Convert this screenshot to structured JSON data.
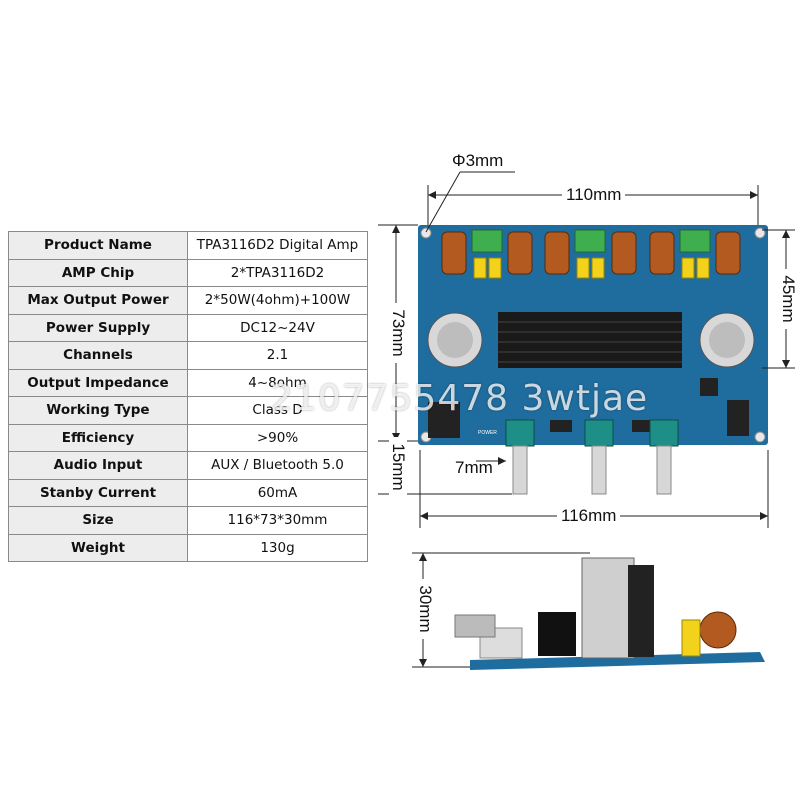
{
  "spec_table": {
    "rows": [
      {
        "label": "Product Name",
        "value": "TPA3116D2 Digital Amp"
      },
      {
        "label": "AMP Chip",
        "value": "2*TPA3116D2"
      },
      {
        "label": "Max Output Power",
        "value": "2*50W(4ohm)+100W"
      },
      {
        "label": "Power Supply",
        "value": "DC12~24V"
      },
      {
        "label": "Channels",
        "value": "2.1"
      },
      {
        "label": "Output Impedance",
        "value": "4~8ohm"
      },
      {
        "label": "Working Type",
        "value": "Class D"
      },
      {
        "label": "Efficiency",
        "value": ">90%"
      },
      {
        "label": "Audio Input",
        "value": "AUX / Bluetooth 5.0"
      },
      {
        "label": "Stanby Current",
        "value": "60mA"
      },
      {
        "label": "Size",
        "value": "116*73*30mm"
      },
      {
        "label": "Weight",
        "value": "130g"
      }
    ]
  },
  "dimensions": {
    "hole": "Φ3mm",
    "top_width": "110mm",
    "right_height": "45mm",
    "left_height": "73mm",
    "knob_height": "15mm",
    "knob_spacing": "7mm",
    "bottom_width": "116mm",
    "side_height": "30mm"
  },
  "board_labels": {
    "power": "POWER"
  },
  "watermark": "2107755478 3wtjae",
  "colors": {
    "pcb": "#1f6c9e",
    "heatsink": "#1a1a1a",
    "inductor": "#b25a1f",
    "terminal": "#3fae4f",
    "capacitor_yellow": "#f2d21a",
    "knob_shaft": "#d7d7d7"
  }
}
